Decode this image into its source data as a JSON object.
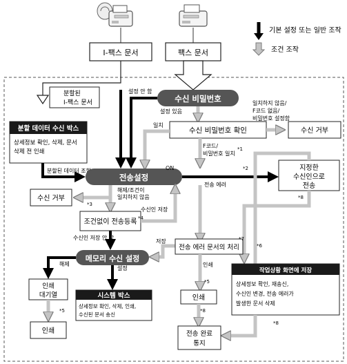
{
  "legend": {
    "basic": "기본 설정 또는 일반 조작",
    "conditional": "조건 조작"
  },
  "sources": {
    "ifax": "I-팩스 문서",
    "fax": "팩스 문서"
  },
  "nodes": {
    "split_ifax": [
      "분할된",
      "I-팩스 문서"
    ],
    "split_box_title": "분할 데이터 수신 박스",
    "split_box_desc": [
      "상세정보 확인, 삭제, 문서",
      "삭제 전 인쇄"
    ],
    "receive_password": "수신 비밀번호",
    "confirm_password": "수신 비밀번호 확인",
    "reject_right": "수신 거부",
    "transfer_setting": "전송설정",
    "designated_recipient": [
      "지정한",
      "수신인으로",
      "전송"
    ],
    "reject_left": "수신 거부",
    "unconditional_register": "조건없이 전송등록",
    "memory_setting": "메모리 수신 설정",
    "error_doc_handling": "전송 에러 문서의 처리",
    "print_wait": [
      "인쇄",
      "대기열"
    ],
    "system_box_title": "시스템 박스",
    "system_box_desc": [
      "상세정보 확인, 삭제, 인쇄,",
      "수신된 문서 송신"
    ],
    "print_bottom": "인쇄",
    "print_mid": "인쇄",
    "status_screen_title": "작업상황 화면에 저장",
    "status_screen_desc": [
      "상세정보 확인, 재송신,",
      "수신인 변경, 전송 에러가",
      "발생한 문서 삭제"
    ],
    "completion_notice": [
      "전송 완료",
      "통지"
    ]
  },
  "edge_labels": {
    "no_setting": "설정 안 함",
    "with_setting": "설정 있음",
    "match": "일치",
    "mismatch": [
      "일치하지 않음/",
      "F코드 없음/",
      "비밀번호 설정함"
    ],
    "fcode_match": [
      "F코드/",
      "비밀번호 일치"
    ],
    "split_combine": "분할된 데이터 조합",
    "on": "ON",
    "transfer_error": "전송 에러",
    "release_mismatch": [
      "해제/조건이",
      "일치하지 않음"
    ],
    "recipient_save_1": "수신인 저장",
    "recipient_save_none": "수신인 저장 안 함",
    "save": "저장",
    "release": "해제",
    "setting": "설정",
    "print": "인쇄"
  },
  "notes": {
    "n1": "*1",
    "n2": "*2",
    "n3": "*3",
    "n4": "*4",
    "n5a": "*5",
    "n5b": "*5",
    "n6": "*6",
    "n7": "*7",
    "n8a": "*8",
    "n8b": "*8",
    "n8c": "*8"
  },
  "colors": {
    "pill_fill": "#555555",
    "black_box": "#1a1a1a",
    "gray_arrow": "#c4c4c4",
    "gray_arrow_stroke": "#7a7a7a"
  },
  "icons": [
    "fax-machine-icon",
    "fax-machine-icon"
  ]
}
